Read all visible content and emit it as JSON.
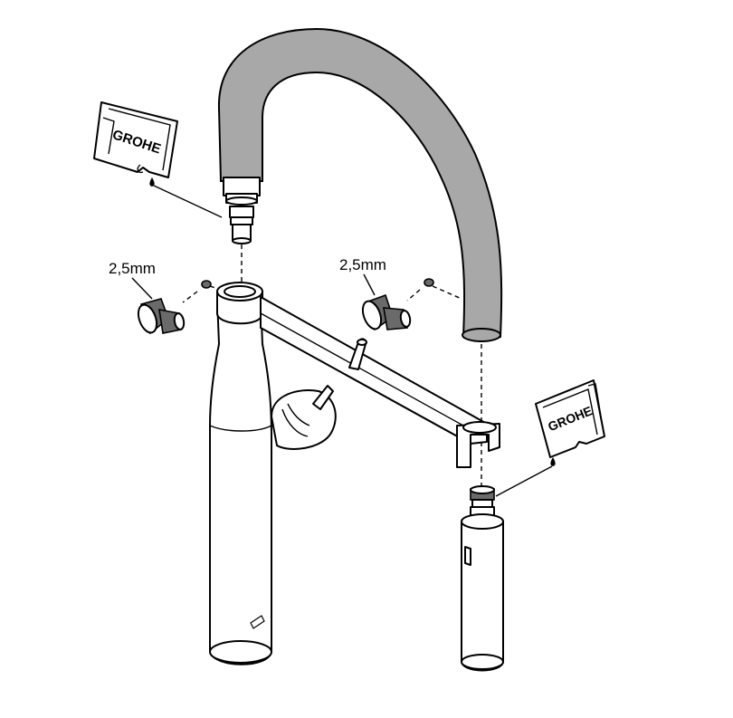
{
  "labels": {
    "hex_key_left": "2,5mm",
    "hex_key_right": "2,5mm"
  },
  "brand_on_packets": "GROHE",
  "colors": {
    "outline": "#000000",
    "hose": "#a8a8a8",
    "background": "#ffffff"
  }
}
